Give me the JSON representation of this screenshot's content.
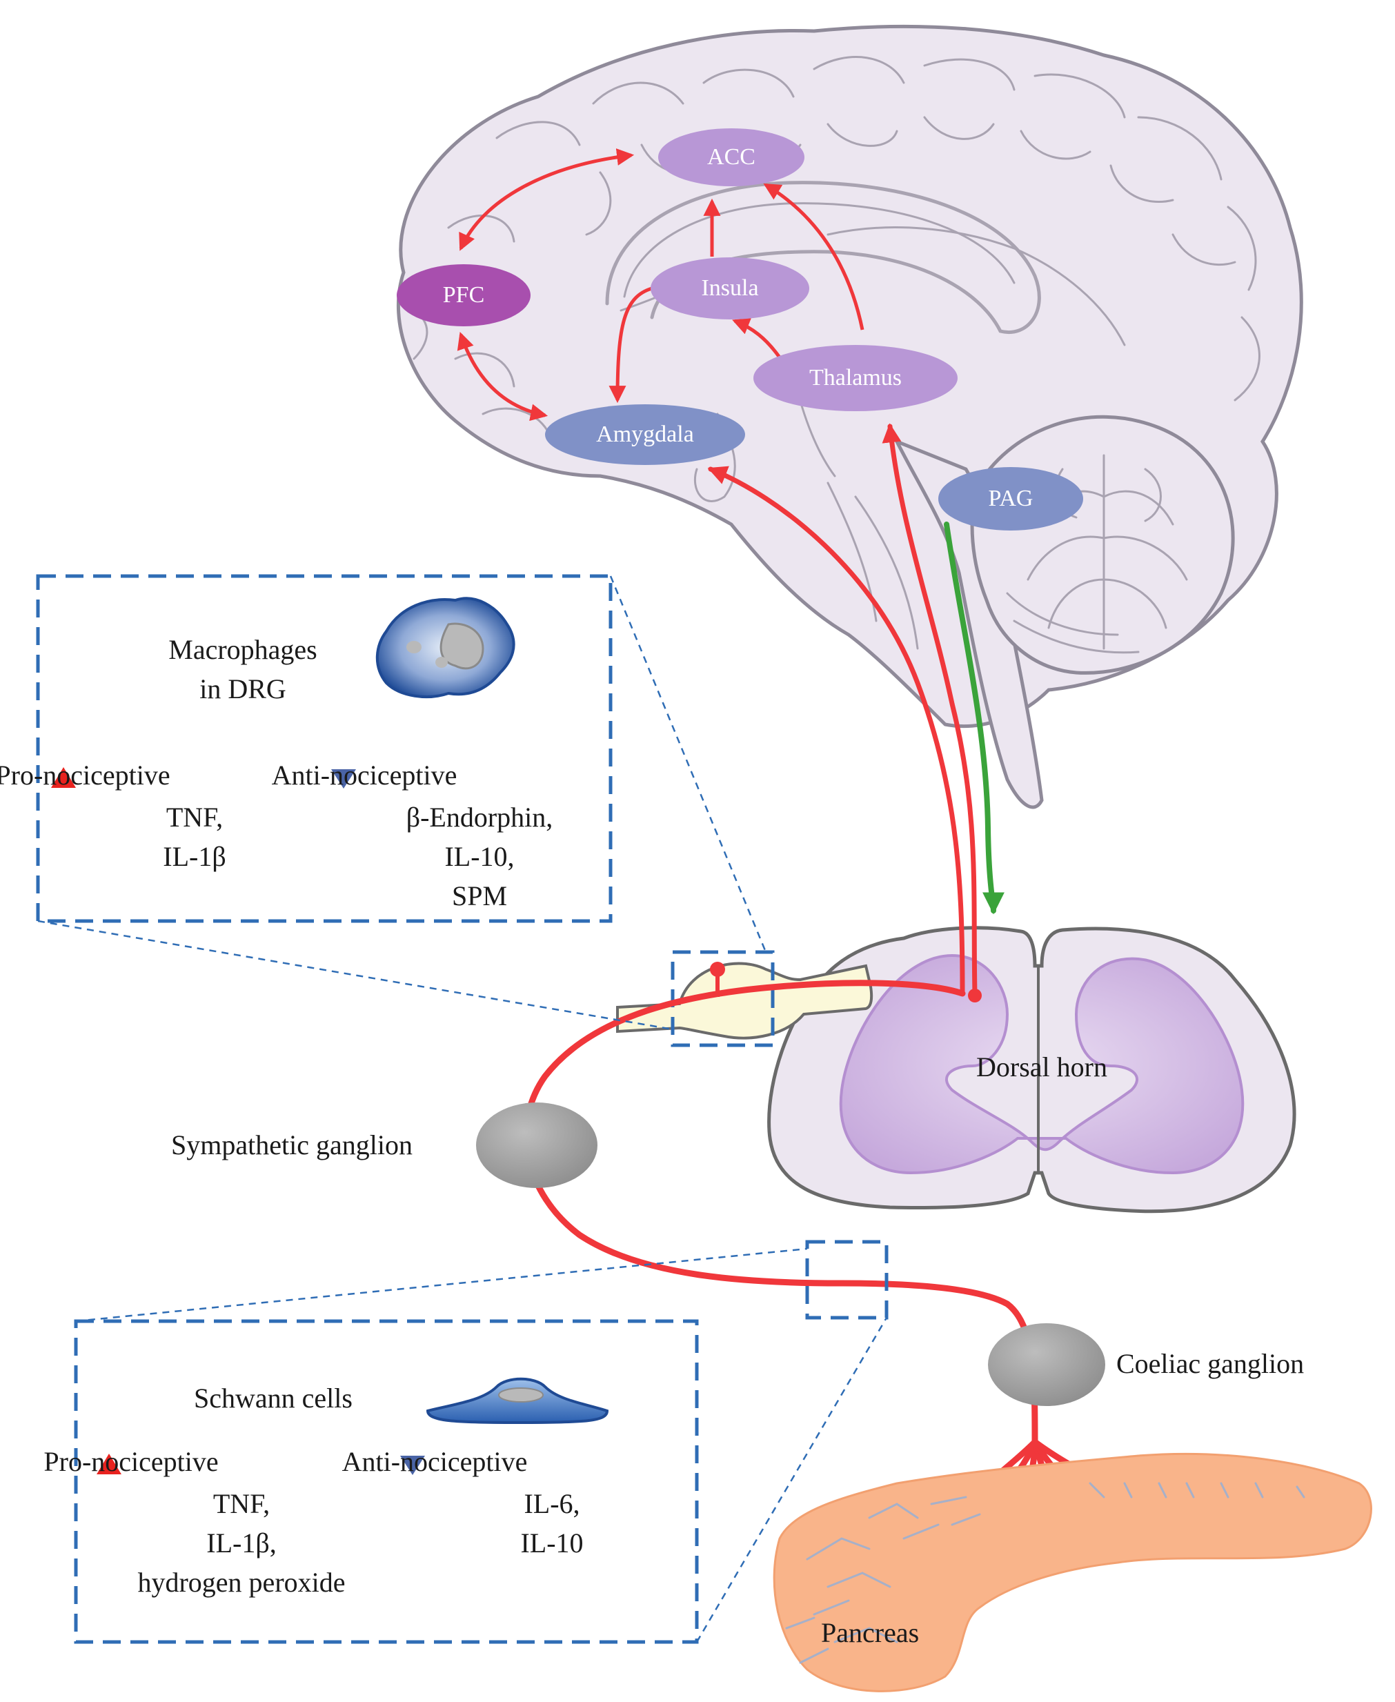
{
  "regions": {
    "acc": "ACC",
    "pfc": "PFC",
    "insula": "Insula",
    "thalamus": "Thalamus",
    "amygdala": "Amygdala",
    "pag": "PAG"
  },
  "labels": {
    "dorsal_horn": "Dorsal horn",
    "sympathetic_ganglion": "Sympathetic ganglion",
    "coeliac_ganglion": "Coeliac ganglion",
    "pancreas": "Pancreas"
  },
  "macrophage_box": {
    "title_line1": "Macrophages",
    "title_line2": "in DRG",
    "pro_header": "Pro-nociceptive",
    "pro_items": [
      "TNF,",
      "IL-1β"
    ],
    "anti_header": "Anti-nociceptive",
    "anti_items": [
      "β-Endorphin,",
      "IL-10,",
      "SPM"
    ]
  },
  "schwann_box": {
    "title": "Schwann cells",
    "pro_header": "Pro-nociceptive",
    "pro_items": [
      "TNF,",
      "IL-1β,",
      "hydrogen peroxide"
    ],
    "anti_header": "Anti-nociceptive",
    "anti_items": [
      "IL-6,",
      "IL-10"
    ]
  },
  "colors": {
    "pro_marker": "#e8231f",
    "anti_marker": "#4a64a6",
    "pain_pathway": "#f0373b",
    "descending_pathway": "#3aa33a",
    "brain_fill": "#ece6f0",
    "box_border": "#2f6db5"
  }
}
